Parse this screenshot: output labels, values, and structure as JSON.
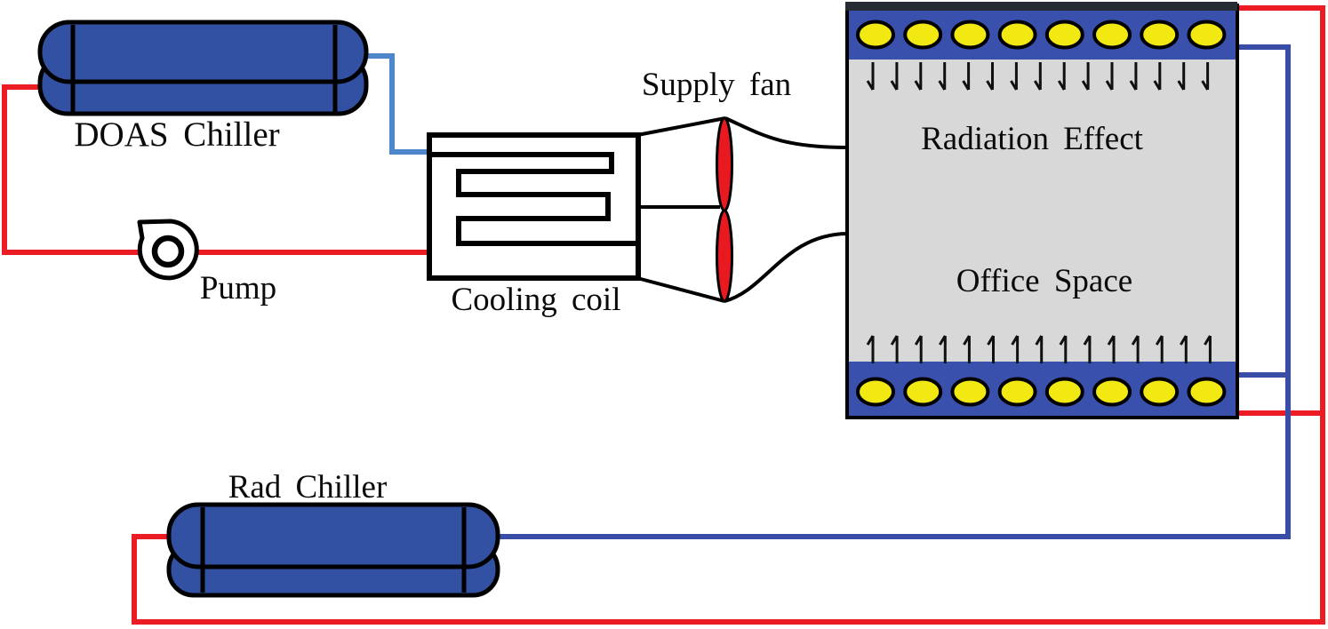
{
  "diagram": {
    "labels": {
      "doas_chiller": "DOAS Chiller",
      "pump": "Pump",
      "cooling_coil": "Cooling coil",
      "supply_fan": "Supply fan",
      "radiation_effect": "Radiation Effect",
      "office_space": "Office Space",
      "rad_chiller": "Rad Chiller"
    },
    "colors": {
      "pipe_red": "#ec1c24",
      "pipe_blue_light": "#4d87c9",
      "pipe_blue_dark": "#3a4da6",
      "chiller_body_blue": "#3351a3",
      "panel_blue": "#3a50ad",
      "roof_strip_dark": "#262a33",
      "room_gray": "#d8d8d8",
      "lamp_yellow": "#f2e912",
      "fan_blade_red": "#e8191f",
      "outline_black": "#000000"
    },
    "office": {
      "ceiling_light_count": 8,
      "floor_light_count": 8,
      "ceiling_arrow_count": 15,
      "floor_arrow_count": 15
    }
  }
}
